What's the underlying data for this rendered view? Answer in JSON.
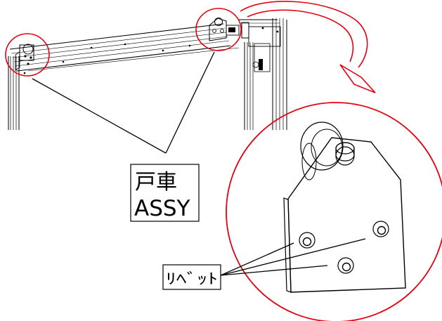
{
  "labels": {
    "door_roller_line1": "戸車",
    "door_roller_line2": "ASSY",
    "rivet": "ﾘﾍﾞｯﾄ"
  },
  "colors": {
    "callout": "#e60012",
    "line": "#000000",
    "background": "#ffffff"
  },
  "icons": {
    "callout_arrow": "curved-arrow-icon"
  }
}
